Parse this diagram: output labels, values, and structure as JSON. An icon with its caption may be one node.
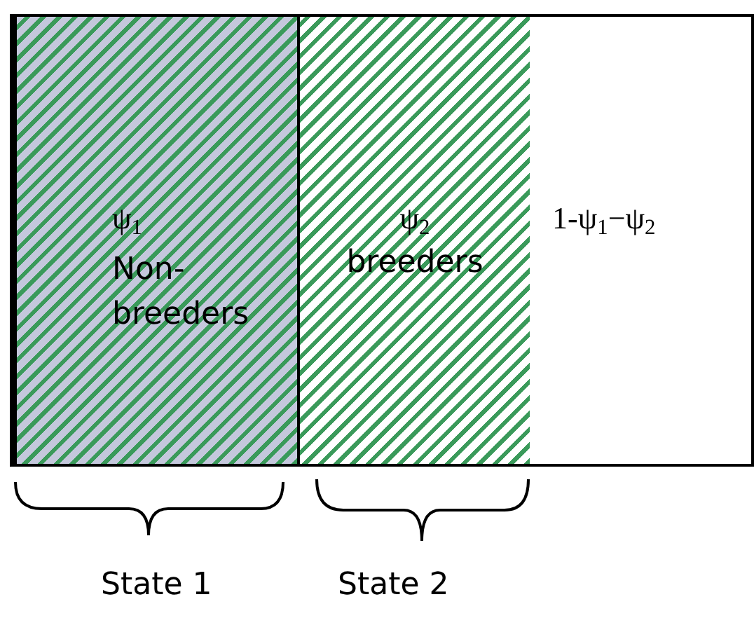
{
  "diagram": {
    "nodes": [
      {
        "text": [
          "ψ$_{1}$",
          "Non-breeders"
        ]
      },
      {
        "text": [
          "ψ$_{2}$",
          "breeders"
        ]
      },
      {
        "text": [
          "1-ψ$_{1}$−ψ$_{2}$"
        ]
      }
    ],
    "labels": [
      "State 1",
      "State 2"
    ]
  }
}
